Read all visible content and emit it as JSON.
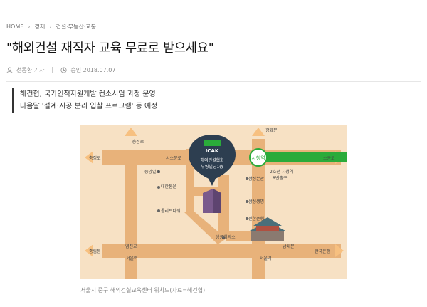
{
  "breadcrumb": {
    "home": "HOME",
    "section": "경제",
    "subsection": "건설·부동산·교통"
  },
  "article": {
    "title": "\"해외건설 재직자 교육 무료로 받으세요\"",
    "author": "천동환 기자",
    "approval": "승인 2018.07.07",
    "summary": [
      "해건협, 국가인적자원개발 컨소시엄 과정 운영",
      "다음달 '설계·시공 분리 입찰 프로그램' 등 예정"
    ]
  },
  "map": {
    "building_logo": "ICAK",
    "building_name_1": "해외건설협회",
    "building_name_2": "부영빌딩1층",
    "station_badge": "시청역",
    "labels": {
      "chungjeongno": "충정로",
      "chungjeongno2": "충정로",
      "seosomun": "서소문로",
      "gwanghwamun": "광화문",
      "sogongro": "소공로",
      "jungangilbo": "중앙일보",
      "daehan": "대한통운",
      "olive": "올리브타워",
      "samsung_main": "삼성본관",
      "samsung_life": "삼성생명",
      "shinhan": "신한은행",
      "sanggong": "상공회의소",
      "line2_a": "2호선 시청역",
      "line2_b": "8번출구",
      "yeomcheon": "염천교",
      "seoul_station": "서울역",
      "jungnim": "중림동",
      "namdaemun": "남대문",
      "bank_korea": "한국은행",
      "seoul_station2": "서울역"
    },
    "colors": {
      "bg": "#f7e1c4",
      "road": "#e8b27a",
      "green": "#2aab3a",
      "building": "#7a5a8c"
    }
  },
  "caption": "서울시 중구 해외건설교육센터 위치도(자료=해건협)"
}
